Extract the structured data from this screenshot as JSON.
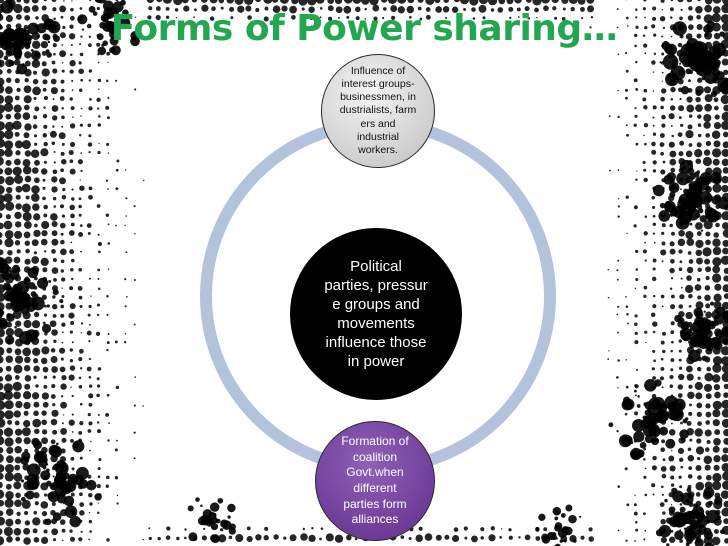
{
  "slide": {
    "title": "Forms of Power sharing…"
  },
  "diagram": {
    "ring_color": "#b4c3dc",
    "title_color": "#22a650",
    "nodes": {
      "top": {
        "text": "Influence of\ninterest groups-\nbusinessmen, in\ndustrialists, farm\ners and\nindustrial\nworkers.",
        "fill": "#cfcfcf"
      },
      "center": {
        "text": "Political\nparties, pressur\ne groups and\nmovements\ninfluence those\nin power",
        "fill": "#000000"
      },
      "bottom": {
        "text": "Formation of\ncoalition\nGovt.when\ndifferent\nparties form\nalliances",
        "fill": "#6f3d98"
      }
    }
  }
}
